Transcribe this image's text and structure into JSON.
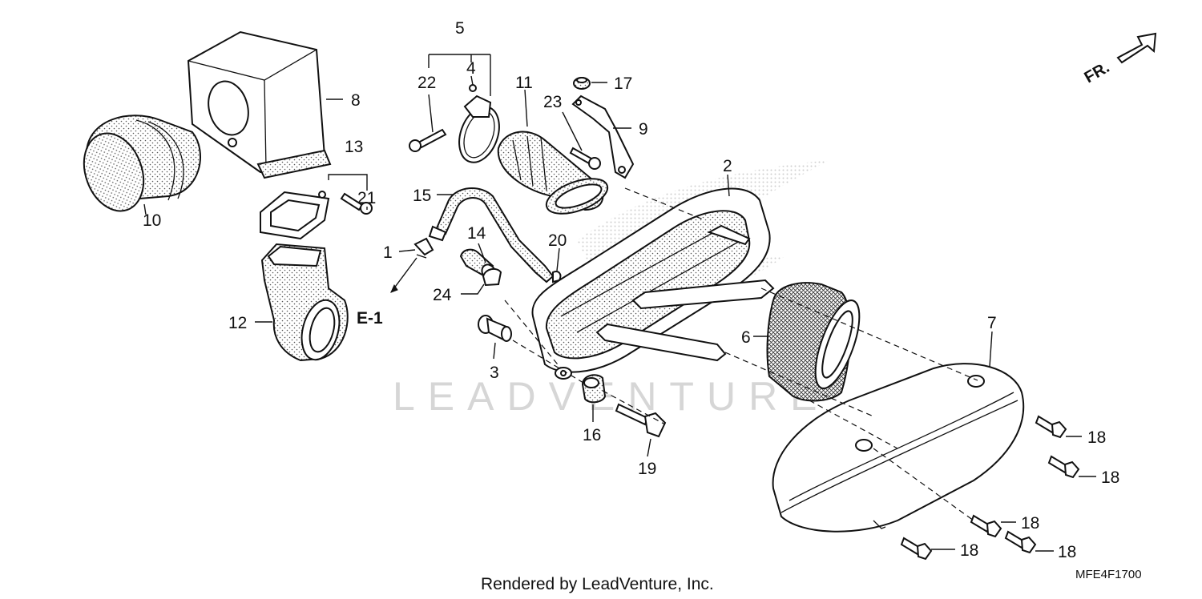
{
  "diagram": {
    "callouts": {
      "p1": "1",
      "p2": "2",
      "p3": "3",
      "p4": "4",
      "p5": "5",
      "p6": "6",
      "p7": "7",
      "p8": "8",
      "p9": "9",
      "p10": "10",
      "p11": "11",
      "p12": "12",
      "p13": "13",
      "p14": "14",
      "p15": "15",
      "p16": "16",
      "p17": "17",
      "p18a": "18",
      "p18b": "18",
      "p18c": "18",
      "p18d": "18",
      "p18e": "18",
      "p19": "19",
      "p20": "20",
      "p21": "21",
      "p22": "22",
      "p23": "23",
      "p24": "24"
    },
    "reference": "E-1",
    "direction": "FR.",
    "footer": "Rendered by LeadVenture, Inc.",
    "diagram_code": "MFE4F1700",
    "watermark": "LEADVENTURE"
  }
}
